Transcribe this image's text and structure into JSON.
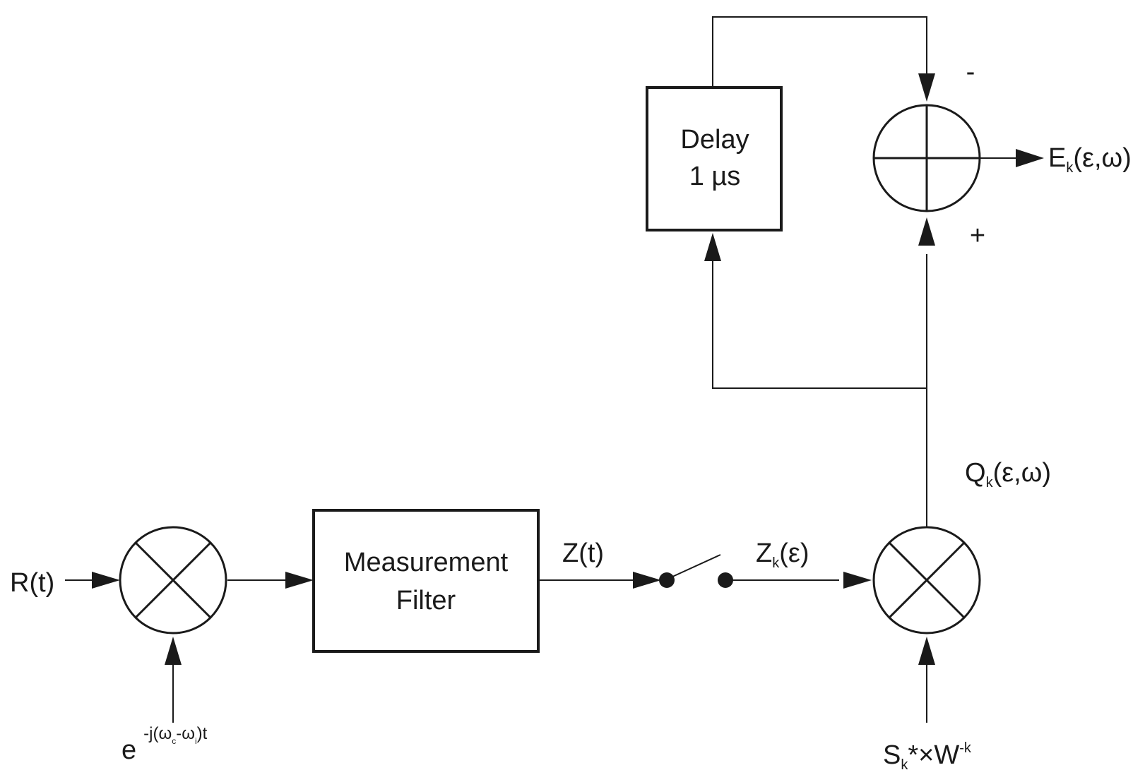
{
  "labels": {
    "input": "R(t)",
    "osc_base": "e",
    "osc_exp_prefix": "-j(ω",
    "osc_exp_c": "c",
    "osc_exp_mid": "-ω",
    "osc_exp_i": "i",
    "osc_exp_suffix": ")t",
    "filter_line1": "Measurement",
    "filter_line2": "Filter",
    "z_t": "Z(t)",
    "zk_base": "Z",
    "zk_sub": "k",
    "zk_arg": "(ε)",
    "qk_base": "Q",
    "qk_sub": "k",
    "qk_arg": "(ε,ω)",
    "sk_base": "S",
    "sk_sub": "k",
    "sk_mid": "*×W",
    "sk_sup": "-k",
    "delay_line1": "Delay",
    "delay_line2": "1 µs",
    "sum_minus": "-",
    "sum_plus": "+",
    "ek_base": "E",
    "ek_sub": "k",
    "ek_arg": "(ε,ω)"
  }
}
